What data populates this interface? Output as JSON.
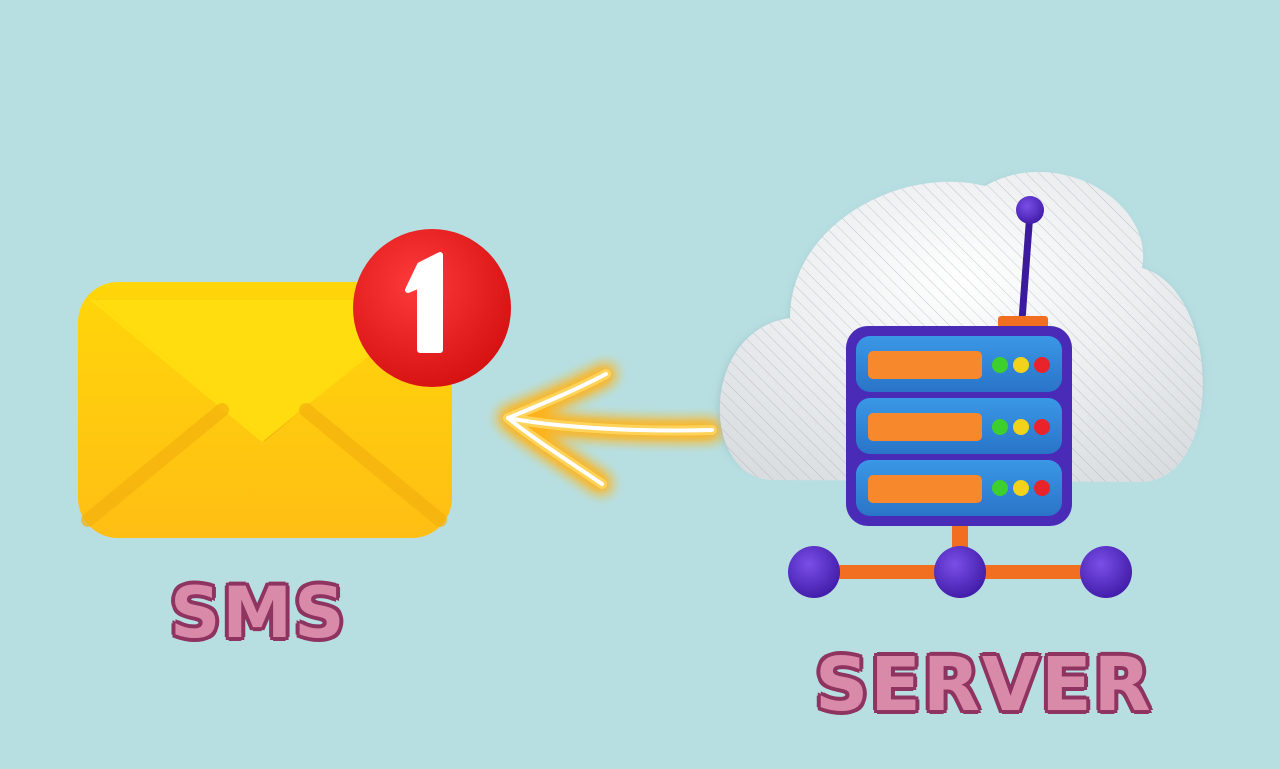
{
  "labels": {
    "sms": "SMS",
    "server": "SERVER"
  },
  "badge": {
    "count": "1"
  },
  "icons": {
    "envelope": "envelope-icon",
    "badge": "notification-badge",
    "arrow": "arrow-left-icon",
    "cloud": "cloud-icon",
    "server": "server-rack-icon",
    "network": "network-nodes-icon"
  },
  "colors": {
    "background": "#b7dfe2",
    "envelope": "#ffc812",
    "badge": "#e31b1b",
    "arrow_glow": "#ffb21a",
    "server_body": "#2e86d6",
    "server_frame": "#4a2bb8",
    "slot": "#f7892c",
    "led_green": "#3ccf2e",
    "led_yellow": "#f2d21a",
    "led_red": "#e8232a",
    "node": "#5a2cc7",
    "label_fill": "#d98aa8",
    "label_outline": "#8f3460"
  }
}
